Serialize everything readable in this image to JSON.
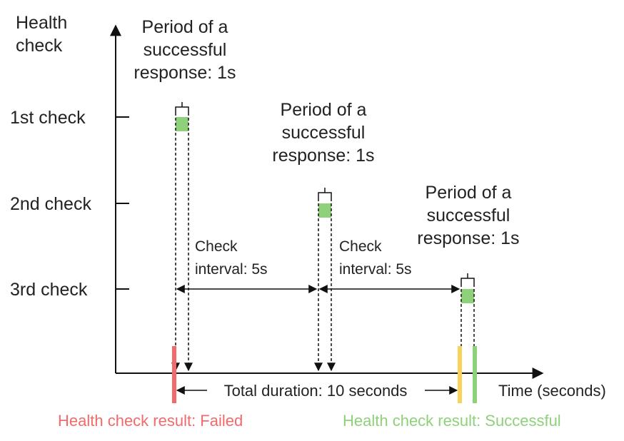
{
  "y_axis_label": [
    "Health",
    "check"
  ],
  "x_axis_label": "Time (seconds)",
  "checks": [
    {
      "label": "1st check",
      "annotation": [
        "Period of a",
        "successful",
        "response: 1s"
      ]
    },
    {
      "label": "2nd check",
      "annotation": [
        "Period of a",
        "successful",
        "response: 1s"
      ]
    },
    {
      "label": "3rd check",
      "annotation": [
        "Period of a",
        "successful",
        "response: 1s"
      ]
    }
  ],
  "intervals": [
    {
      "lines": [
        "Check",
        "interval: 5s"
      ]
    },
    {
      "lines": [
        "Check",
        "interval: 5s"
      ]
    }
  ],
  "total_duration": "Total duration: 10 seconds",
  "results": {
    "failed": {
      "text": "Health check result: Failed",
      "color": "#f26a6a"
    },
    "successful": {
      "text": "Health check result: Successful",
      "color": "#8fd17a"
    }
  },
  "colors": {
    "response_block": "#8fd17a",
    "warning_bar": "#f7d35a",
    "axis": "#111111"
  }
}
